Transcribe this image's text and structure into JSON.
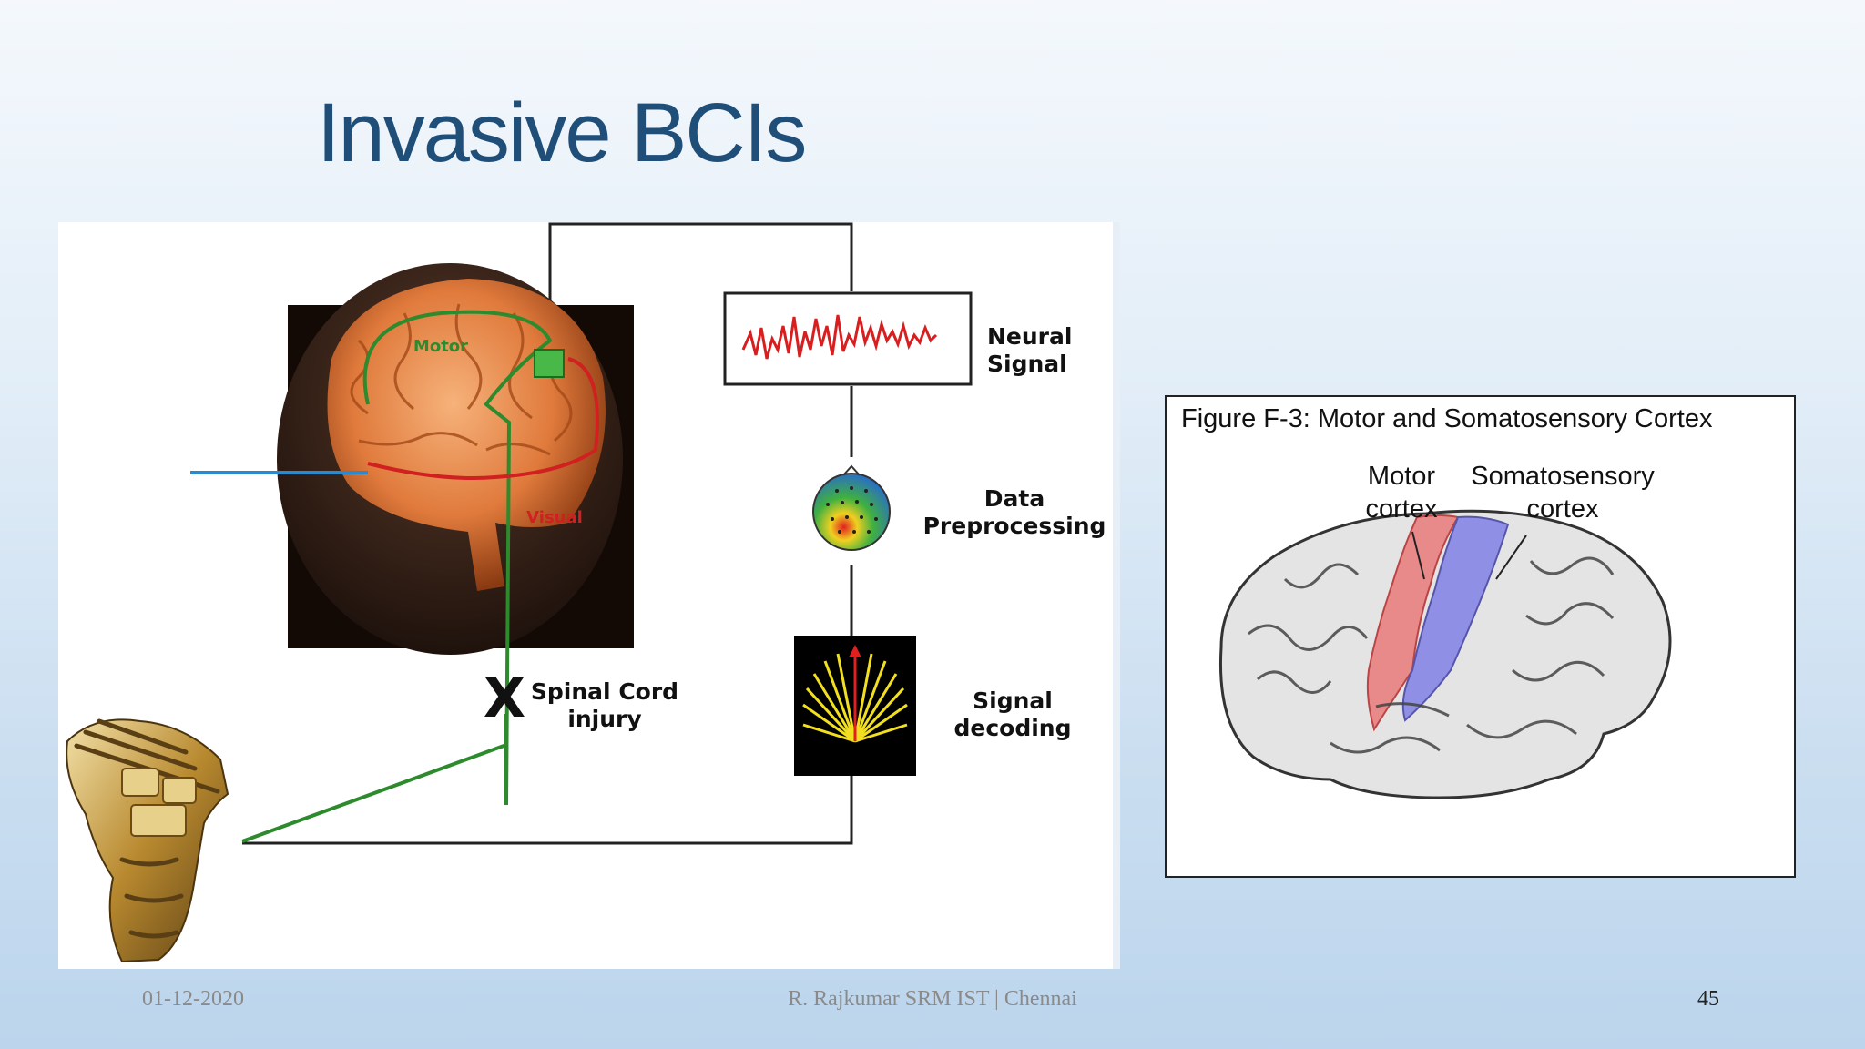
{
  "slide": {
    "title": "Invasive BCIs"
  },
  "bci_diagram": {
    "brain_labels": {
      "motor": "Motor",
      "visual": "Visual"
    },
    "steps": [
      {
        "line1": "Neural",
        "line2": "Signal"
      },
      {
        "line1": "Data",
        "line2": "Preprocessing"
      },
      {
        "line1": "Signal",
        "line2": "decoding"
      }
    ],
    "injury": {
      "mark": "X",
      "line1": "Spinal Cord",
      "line2": "injury"
    }
  },
  "cortex_figure": {
    "title": "Figure F-3: Motor and Somatosensory Cortex",
    "motor_label": {
      "line1": "Motor",
      "line2": "cortex"
    },
    "somatosensory_label": {
      "line1": "Somatosensory",
      "line2": "cortex"
    },
    "colors": {
      "motor": "#e88a8a",
      "somatosensory": "#8f8fe6"
    }
  },
  "footer": {
    "date": "01-12-2020",
    "author": "R. Rajkumar SRM IST | Chennai",
    "page": "45"
  }
}
